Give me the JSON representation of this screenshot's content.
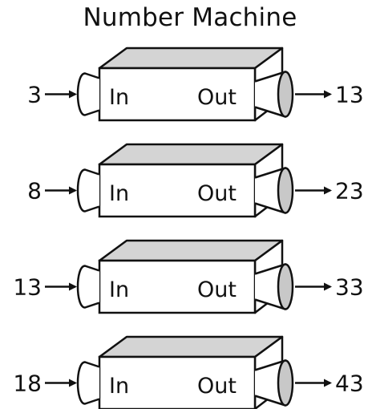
{
  "title": "Number Machine",
  "machines": [
    {
      "input": "3",
      "output": "13",
      "in_label": "In",
      "out_label": "Out"
    },
    {
      "input": "8",
      "output": "23",
      "in_label": "In",
      "out_label": "Out"
    },
    {
      "input": "13",
      "output": "33",
      "in_label": "In",
      "out_label": "Out"
    },
    {
      "input": "18",
      "output": "43",
      "in_label": "In",
      "out_label": "Out"
    }
  ],
  "colors": {
    "box_face": "#ffffff",
    "box_top": "#d4d4d4",
    "funnel_mouth": "#c8c8c8",
    "stroke": "#111111"
  }
}
